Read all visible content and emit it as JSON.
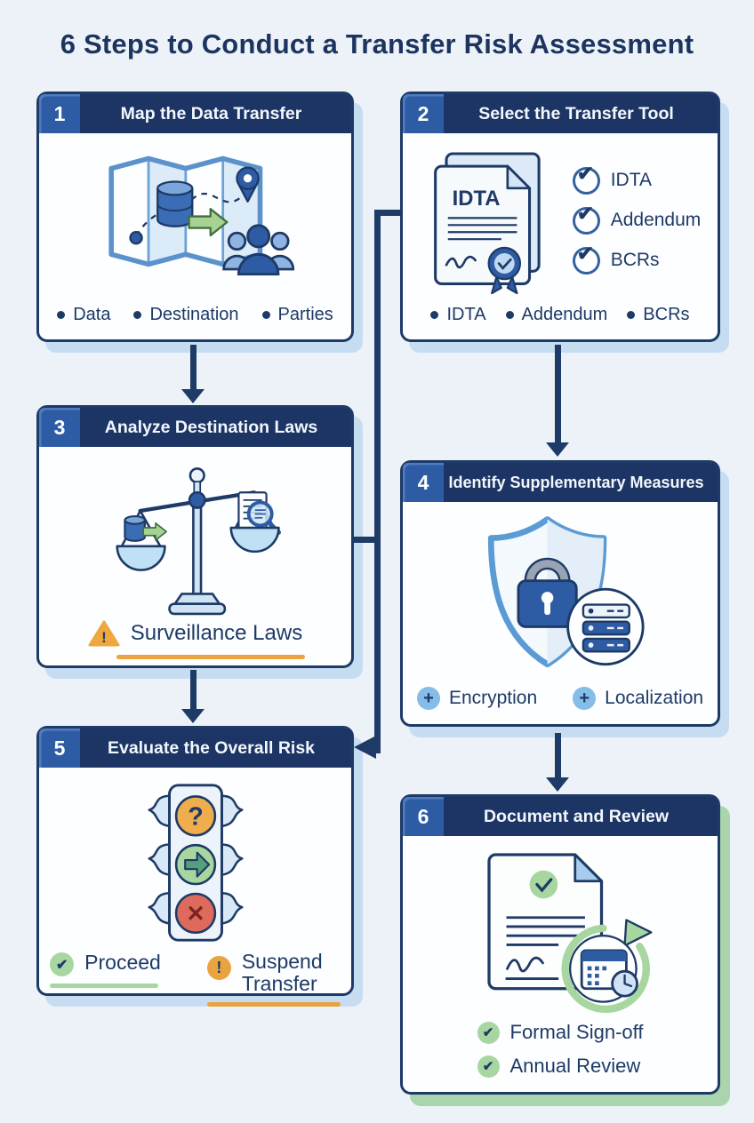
{
  "title": "6 Steps to Conduct a Transfer Risk Assessment",
  "steps": [
    {
      "number": "1",
      "title": "Map the Data Transfer",
      "bullets": [
        "Data",
        "Destination",
        "Parties"
      ]
    },
    {
      "number": "2",
      "title": "Select the Transfer Tool",
      "document_label": "IDTA",
      "checklist": [
        "IDTA",
        "Addendum",
        "BCRs"
      ],
      "bullets": [
        "IDTA",
        "Addendum",
        "BCRs"
      ]
    },
    {
      "number": "3",
      "title": "Analyze Destination Laws",
      "warning_label": "Surveillance Laws"
    },
    {
      "number": "4",
      "title": "Identify Supplementary Measures",
      "measures": [
        "Encryption",
        "Localization"
      ]
    },
    {
      "number": "5",
      "title": "Evaluate the Overall Risk",
      "outcome_positive": "Proceed",
      "outcome_warning": "Suspend Transfer"
    },
    {
      "number": "6",
      "title": "Document and Review",
      "checks": [
        "Formal Sign-off",
        "Annual Review"
      ]
    }
  ],
  "icons": {
    "check_glyph": "✔",
    "plus_glyph": "+",
    "question_glyph": "?",
    "exclamation_glyph": "!",
    "cross_glyph": "✕"
  },
  "colors": {
    "background": "#edf2f8",
    "navy": "#1e3a66",
    "header_navy": "#1d3564",
    "badge_blue": "#2e5ca4",
    "medium_blue": "#4a86c8",
    "light_blue": "#a9cdec",
    "pale_blue": "#d9e8f7",
    "shadow_blue": "#c6ddf1",
    "shadow_green": "#a9d4ae",
    "green": "#a8d6a0",
    "orange": "#e9a440",
    "red": "#dd6a5c"
  }
}
